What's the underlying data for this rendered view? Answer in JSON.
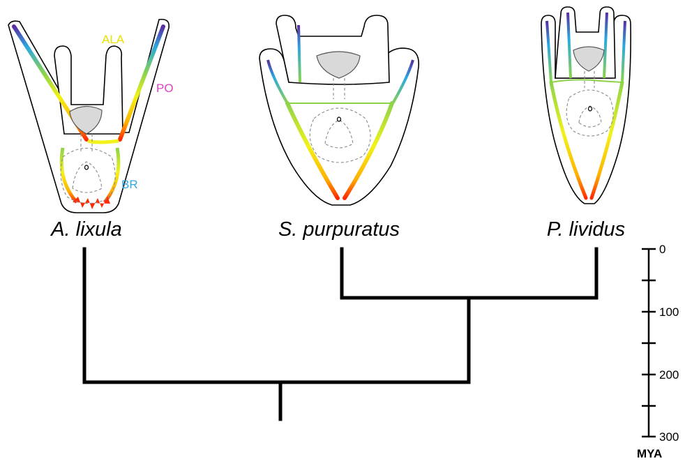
{
  "species": [
    {
      "name": "A. lixula"
    },
    {
      "name": "S. purpuratus"
    },
    {
      "name": "P. lividus"
    }
  ],
  "skeleton_labels": {
    "ala": {
      "text": "ALA",
      "color": "#e8e000"
    },
    "po": {
      "text": "PO",
      "color": "#e040c0"
    },
    "br": {
      "text": "BR",
      "color": "#30a8e0"
    }
  },
  "time_axis": {
    "unit": "MYA",
    "ticks": [
      "0",
      "100",
      "200",
      "300"
    ]
  },
  "colors": {
    "gradient": [
      "#5a2ca0",
      "#2aa8e0",
      "#8dd34a",
      "#f2f21a",
      "#ff2a00"
    ]
  }
}
